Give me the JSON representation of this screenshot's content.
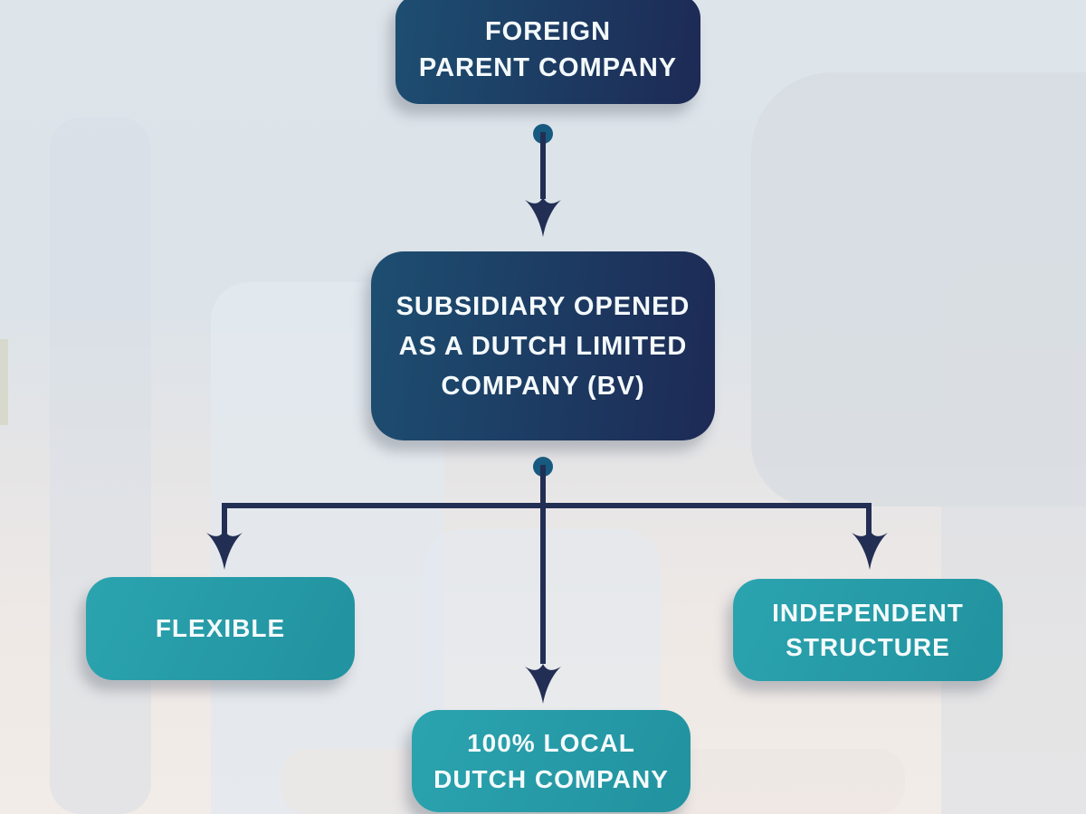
{
  "diagram": {
    "type": "flowchart",
    "nodes": {
      "parent": {
        "style": "navy",
        "line1": "FOREIGN",
        "line2": "PARENT COMPANY"
      },
      "subsidiary": {
        "style": "navy",
        "line1": "SUBSIDIARY OPENED",
        "line2": "AS A DUTCH LIMITED",
        "line3": "COMPANY (BV)"
      },
      "flexible": {
        "style": "teal",
        "line1": "FLEXIBLE"
      },
      "local": {
        "style": "teal",
        "line1": "100% LOCAL",
        "line2": "DUTCH COMPANY"
      },
      "independent": {
        "style": "teal",
        "line1": "INDEPENDENT",
        "line2": "STRUCTURE"
      }
    },
    "edges": [
      {
        "from": "parent",
        "to": "subsidiary"
      },
      {
        "from": "subsidiary",
        "to": "flexible"
      },
      {
        "from": "subsidiary",
        "to": "local"
      },
      {
        "from": "subsidiary",
        "to": "independent"
      }
    ],
    "colors": {
      "background_top": "#dde4ea",
      "background_bottom": "#f2ece8",
      "navy_gradient_left": "#1d4e71",
      "navy_gradient_right": "#1d2a55",
      "teal_gradient_left": "#2ba4af",
      "teal_gradient_right": "#21929f",
      "connector": "#232e54",
      "connector_dot": "#175a80",
      "text": "#f4fafc"
    }
  }
}
